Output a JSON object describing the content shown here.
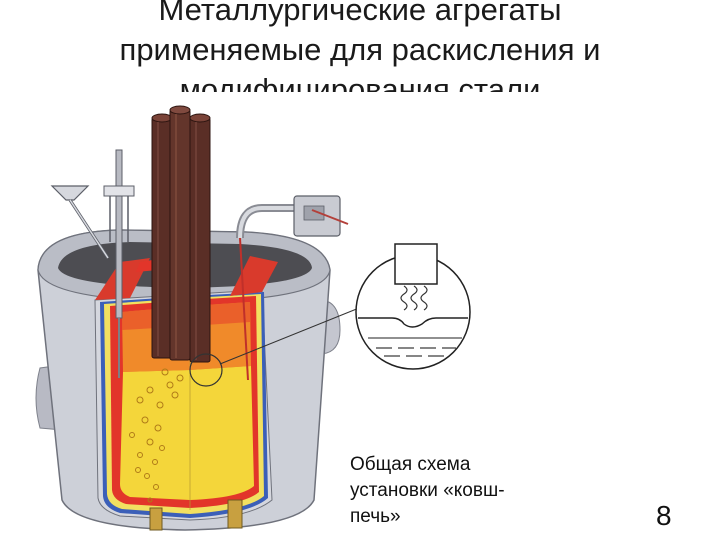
{
  "slide": {
    "title_lines": [
      "Металлургические агрегаты",
      "применяемые для раскисления и",
      "модифицирования стали"
    ],
    "caption_lines": [
      "Общая схема",
      "установки «ковш-",
      "печь»"
    ],
    "page_number": "8"
  },
  "colors": {
    "shell": "#c9cbd3",
    "shell_dark": "#8c8f99",
    "refractory": "#e2352a",
    "slag": "#f08a2a",
    "melt": "#f4d63a",
    "electrode": "#5a2e26",
    "lining_blue": "#3b5fb8",
    "lining_yellow": "#f2e060"
  }
}
